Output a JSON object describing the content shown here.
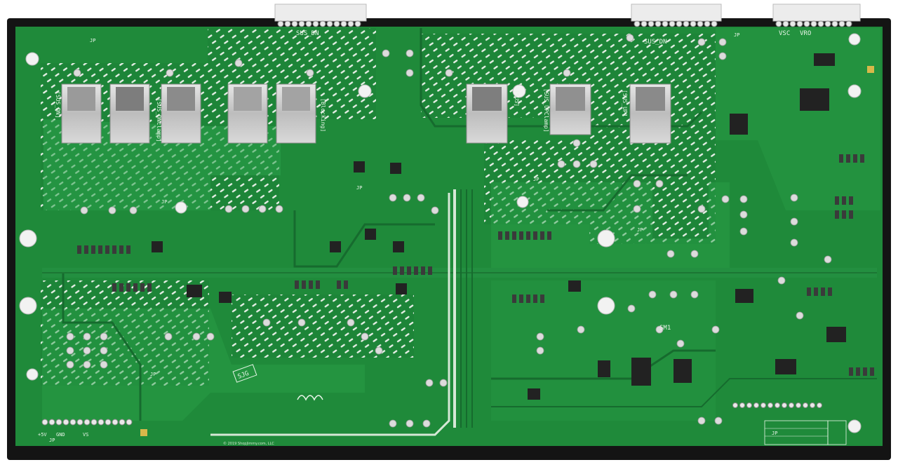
{
  "board": {
    "connectors": {
      "top_left": "SUS_DN",
      "top_right_a": "SUS_DN",
      "top_right_b": "VSC",
      "top_right_c": "VRO"
    },
    "heatsink_labels": {
      "sus_dn": "[SUS_DN]",
      "sus_dn_clamp": "[SUS_DNclamp]",
      "blocking": "[Blocking]",
      "sus": "[SUS]",
      "sus_upc_lamp": "[SUS_UPClamp]",
      "sus_up": "[SUS_UP]"
    },
    "markings": {
      "sjg": "SJG",
      "sm1": "SM1",
      "power_5v": "+5V",
      "gnd": "GND",
      "vs": "VS",
      "copyright": "© 2019 ShopJimmy.com, LLC"
    },
    "jp_label": "JP",
    "colors": {
      "board_edge": "#141414",
      "pcb_green": "#1f8a3a",
      "pcb_light": "#2aa04a",
      "pad_silver": "#c9c9c9",
      "silkscreen": "#e8f5e8"
    }
  }
}
